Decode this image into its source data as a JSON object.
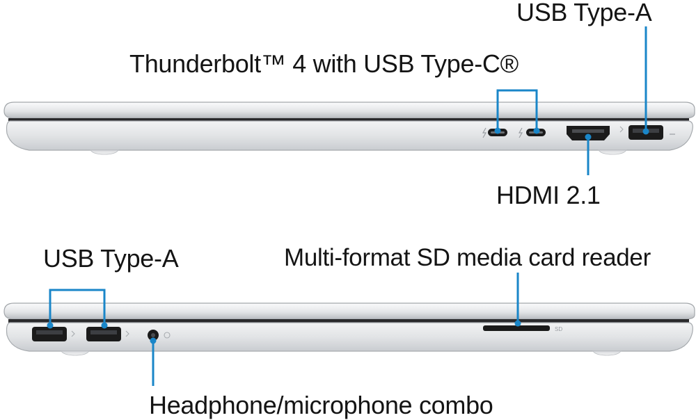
{
  "labels": {
    "top_usb_a": "USB Type-A",
    "thunderbolt": "Thunderbolt™ 4 with USB Type-C®",
    "hdmi": "HDMI 2.1",
    "bottom_usb_a": "USB Type-A",
    "sd_reader": "Multi-format SD media card reader",
    "headphone": "Headphone/microphone combo"
  },
  "port_markings": {
    "sd": "SD"
  },
  "colors": {
    "callout": "#1a86c8",
    "text": "#141414",
    "chassis": "#e4e6e8",
    "chassis_edge": "#9ea2a6",
    "port": "#1b1b1b"
  }
}
